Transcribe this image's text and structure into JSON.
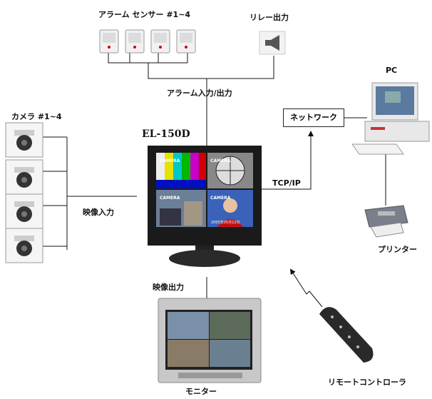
{
  "labels": {
    "alarm_sensors": "アラーム センサー #1~4",
    "relay_output": "リレー出力",
    "alarm_io": "アラーム入力/出力",
    "pc": "PC",
    "network": "ネットワーク",
    "cameras": "カメラ #1~4",
    "device_model": "EL-150D",
    "tcpip": "TCP/IP",
    "video_in": "映像入力",
    "video_out": "映像出力",
    "printer": "プリンター",
    "monitor": "モニター",
    "remote": "リモートコントローラ"
  },
  "screen_text": {
    "cam_label": "CAMERA",
    "date_text": "2005年05月12日"
  },
  "colors": {
    "line": "#111111",
    "screen_bezel": "#1a1a1a",
    "monitor_body": "#c8c8c8"
  }
}
